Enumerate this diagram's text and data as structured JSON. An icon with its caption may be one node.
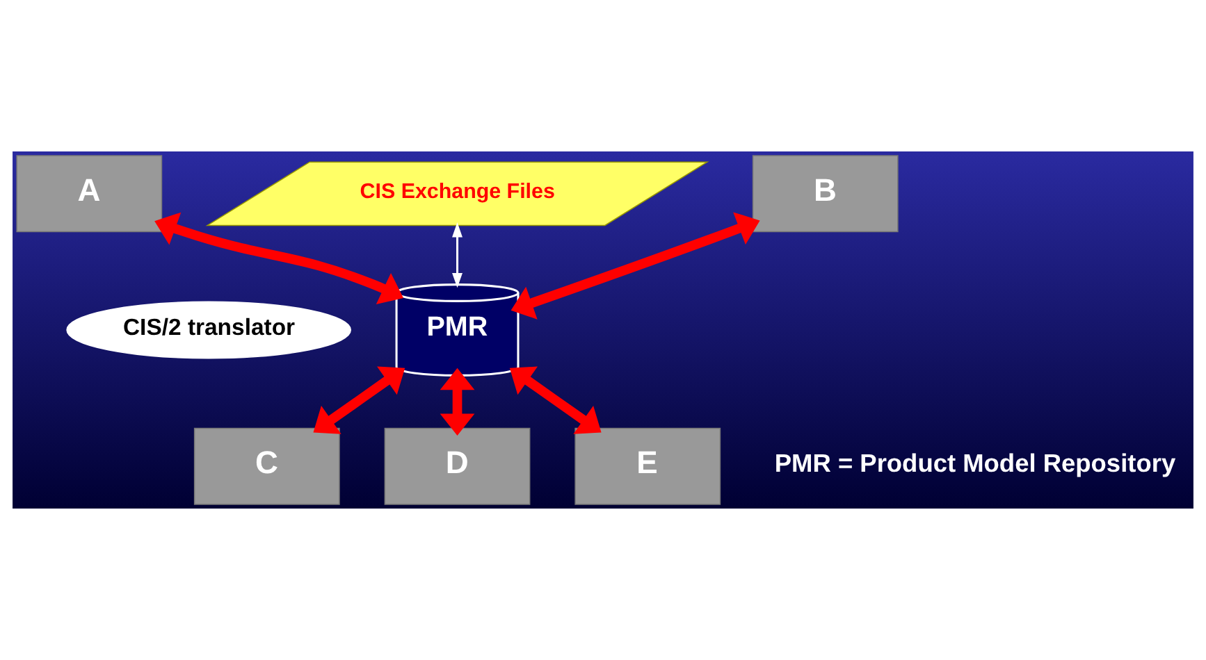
{
  "diagram": {
    "nodes": [
      {
        "text": [
          "A"
        ]
      },
      {
        "text": [
          "CIS Exchange Files"
        ]
      },
      {
        "text": [
          "B"
        ]
      },
      {
        "text": [
          "CIS/2 translator"
        ]
      },
      {
        "text": [
          "PMR"
        ]
      },
      {
        "text": [
          "E"
        ]
      },
      {
        "text": [
          "C"
        ]
      },
      {
        "text": [
          "D"
        ]
      }
    ],
    "edges": [
      {
        "from": 0,
        "to": 4,
        "arrow": "both"
      },
      {
        "from": 1,
        "to": 4,
        "arrow": "both",
        "color": "#ffffff"
      },
      {
        "from": 2,
        "to": 4,
        "arrow": "both"
      },
      {
        "from": 5,
        "to": 4,
        "arrow": "both"
      },
      {
        "from": 4,
        "to": 6,
        "arrow": "both"
      },
      {
        "from": 4,
        "to": 7,
        "arrow": "both"
      }
    ],
    "labels": [
      "PMR = Product Model Repository"
    ]
  }
}
